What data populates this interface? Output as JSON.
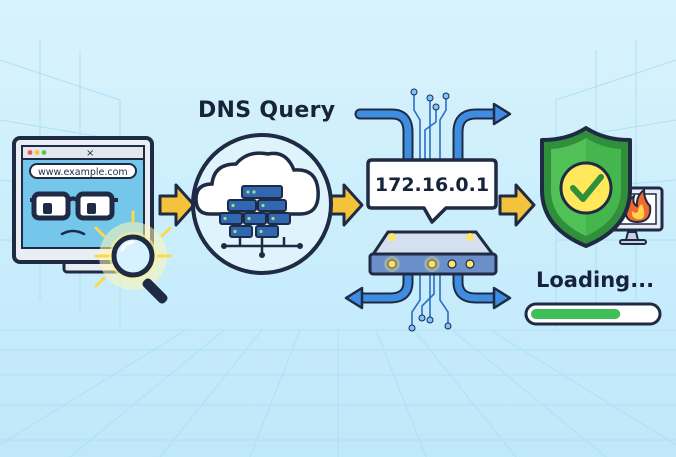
{
  "diagram": {
    "browser": {
      "url": "www.example.com",
      "close_glyph": "×"
    },
    "dns": {
      "label": "DNS Query"
    },
    "router": {
      "ip_label": "172.16.0.1"
    },
    "status": {
      "label": "Loading...",
      "progress": 0.72
    },
    "colors": {
      "outline": "#1f2a44",
      "arrow": "#f5c33b",
      "monitor_screen": "#74c7eb",
      "shield": "#41b34a",
      "progress": "#3fbf57",
      "flow": "#2a6fc4",
      "glow": "#ffe46b"
    },
    "icons": [
      "browser-monitor-icon",
      "magnifier-icon",
      "cloud-server-icon",
      "router-icon",
      "shield-check-icon",
      "fire-icon"
    ]
  }
}
